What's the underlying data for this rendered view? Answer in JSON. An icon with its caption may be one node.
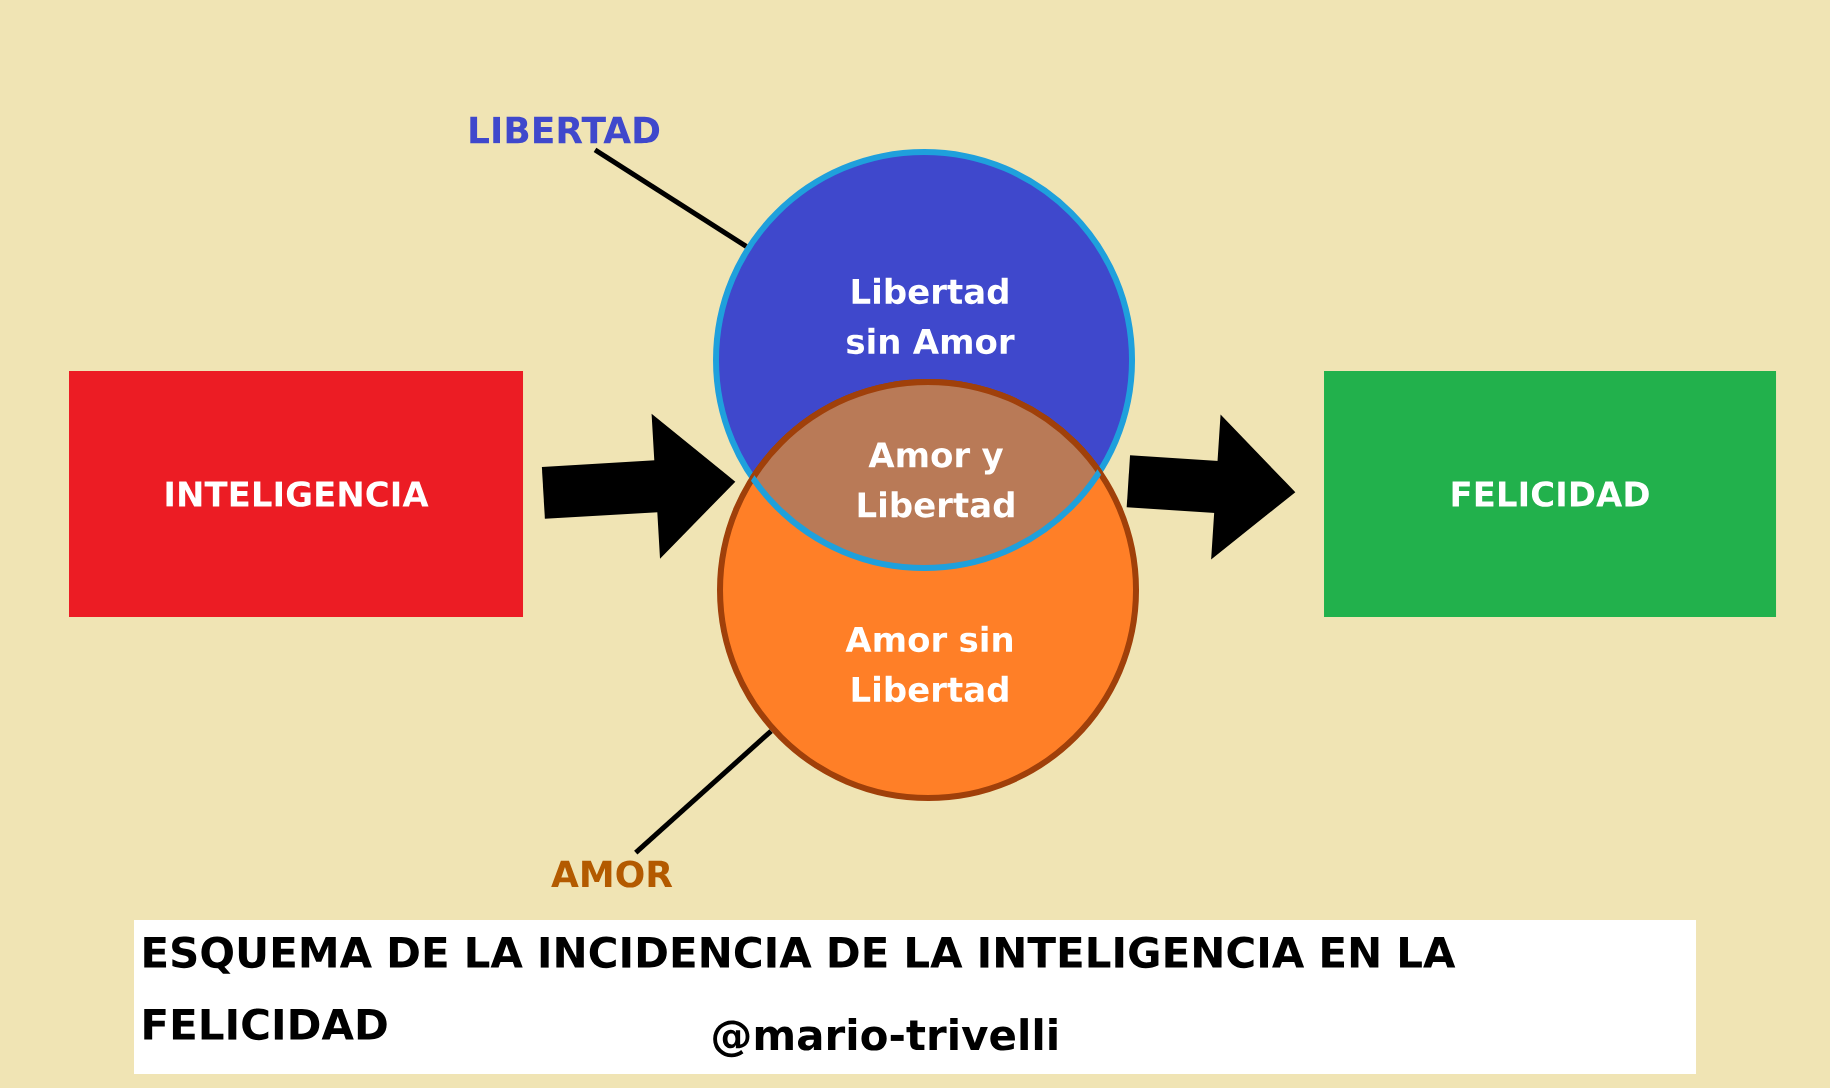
{
  "diagram": {
    "caption": "ESQUEMA DE LA INCIDENCIA DE LA INTELIGENCIA EN LA FELICIDAD",
    "nodes": [
      {
        "text": [
          "INTELIGENCIA"
        ]
      },
      {
        "text": [
          "LIBERTAD"
        ]
      },
      {
        "text": [
          "Libertad sin Amor"
        ]
      },
      {
        "text": [
          "Amor y Libertad"
        ]
      },
      {
        "text": [
          "Amor sin Libertad"
        ]
      },
      {
        "text": [
          "AMOR"
        ]
      },
      {
        "text": [
          "FELICIDAD"
        ]
      }
    ],
    "edges": [
      {
        "from": 0,
        "to": 3,
        "arrow": "to",
        "style": "thick"
      },
      {
        "from": 3,
        "to": 6,
        "arrow": "to",
        "style": "thick"
      },
      {
        "from": 1,
        "to": 2,
        "arrow": "none"
      },
      {
        "from": 5,
        "to": 4,
        "arrow": "none"
      }
    ],
    "labels": [
      "@mario-trivelli"
    ]
  }
}
